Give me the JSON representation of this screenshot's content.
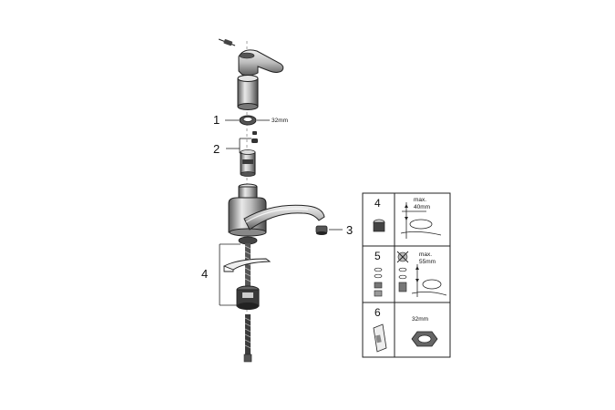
{
  "callouts": {
    "one": "1",
    "two": "2",
    "three": "3",
    "four": "4"
  },
  "labels": {
    "size_32mm_main": "32mm"
  },
  "panel": {
    "row_4": {
      "number": "4",
      "note_line1": "max.",
      "note_line2": "40mm"
    },
    "row_5": {
      "number": "5",
      "note_line1": "max.",
      "note_line2": "55mm"
    },
    "row_6": {
      "number": "6",
      "size": "32mm"
    }
  },
  "colors": {
    "line": "#222222",
    "dark_fill": "#333333",
    "mid_fill": "#8a8a8a",
    "light_fill": "#d9d9d9"
  }
}
